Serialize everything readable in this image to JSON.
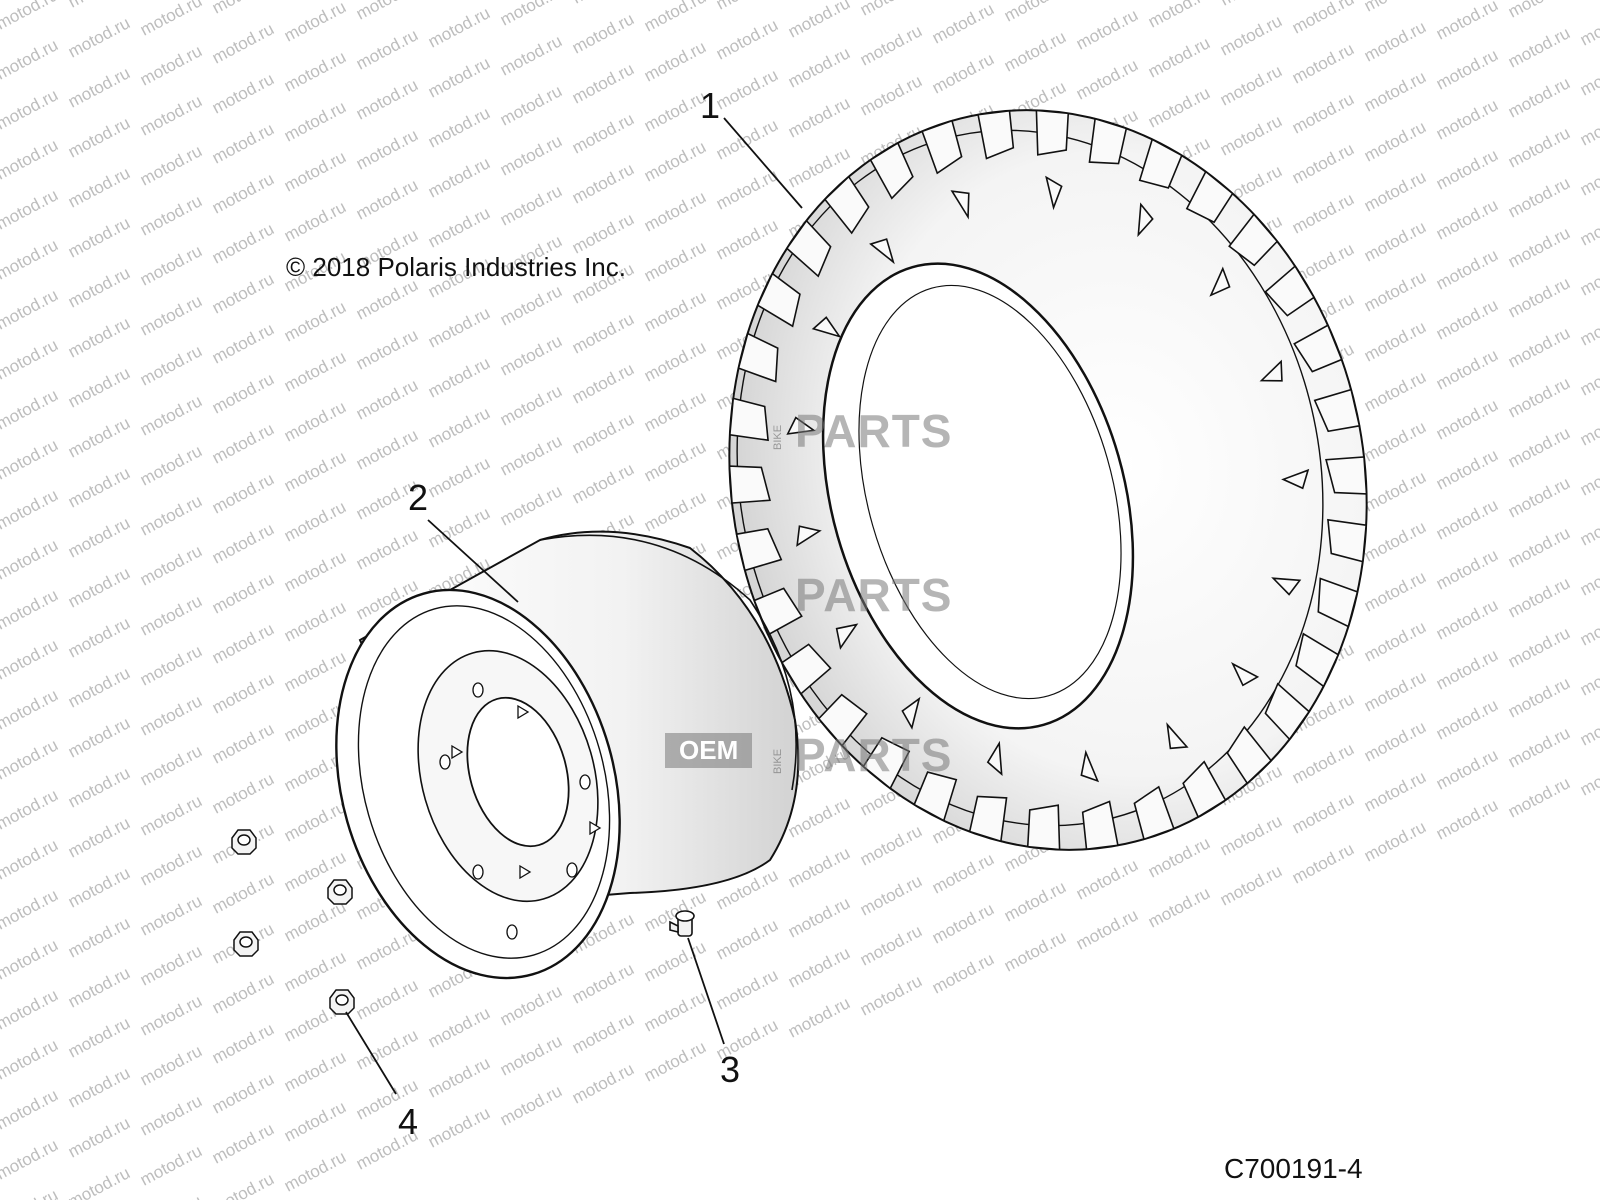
{
  "diagram": {
    "copyright": "© 2018 Polaris Industries Inc.",
    "figure_code": "C700191-4",
    "callouts": [
      {
        "id": "1",
        "label": "1",
        "part": "tire"
      },
      {
        "id": "2",
        "label": "2",
        "part": "wheel-rim"
      },
      {
        "id": "3",
        "label": "3",
        "part": "valve-stem"
      },
      {
        "id": "4",
        "label": "4",
        "part": "lug-nut"
      }
    ]
  },
  "watermark": {
    "text": "motod.ru",
    "brand_word": "PARTS",
    "brand_badge": "OEM",
    "brand_tag": "BIKE",
    "color": "#bdbdbd"
  }
}
